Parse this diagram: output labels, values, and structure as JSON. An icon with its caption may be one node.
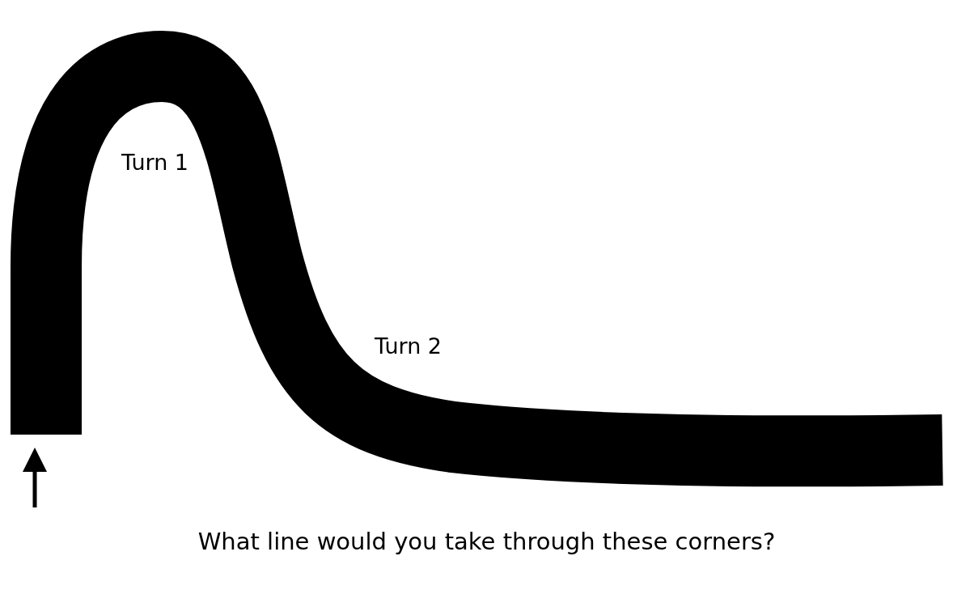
{
  "diagram": {
    "caption": "What line would you take through these corners?",
    "labels": [
      "Turn 1",
      "Turn 2"
    ]
  }
}
